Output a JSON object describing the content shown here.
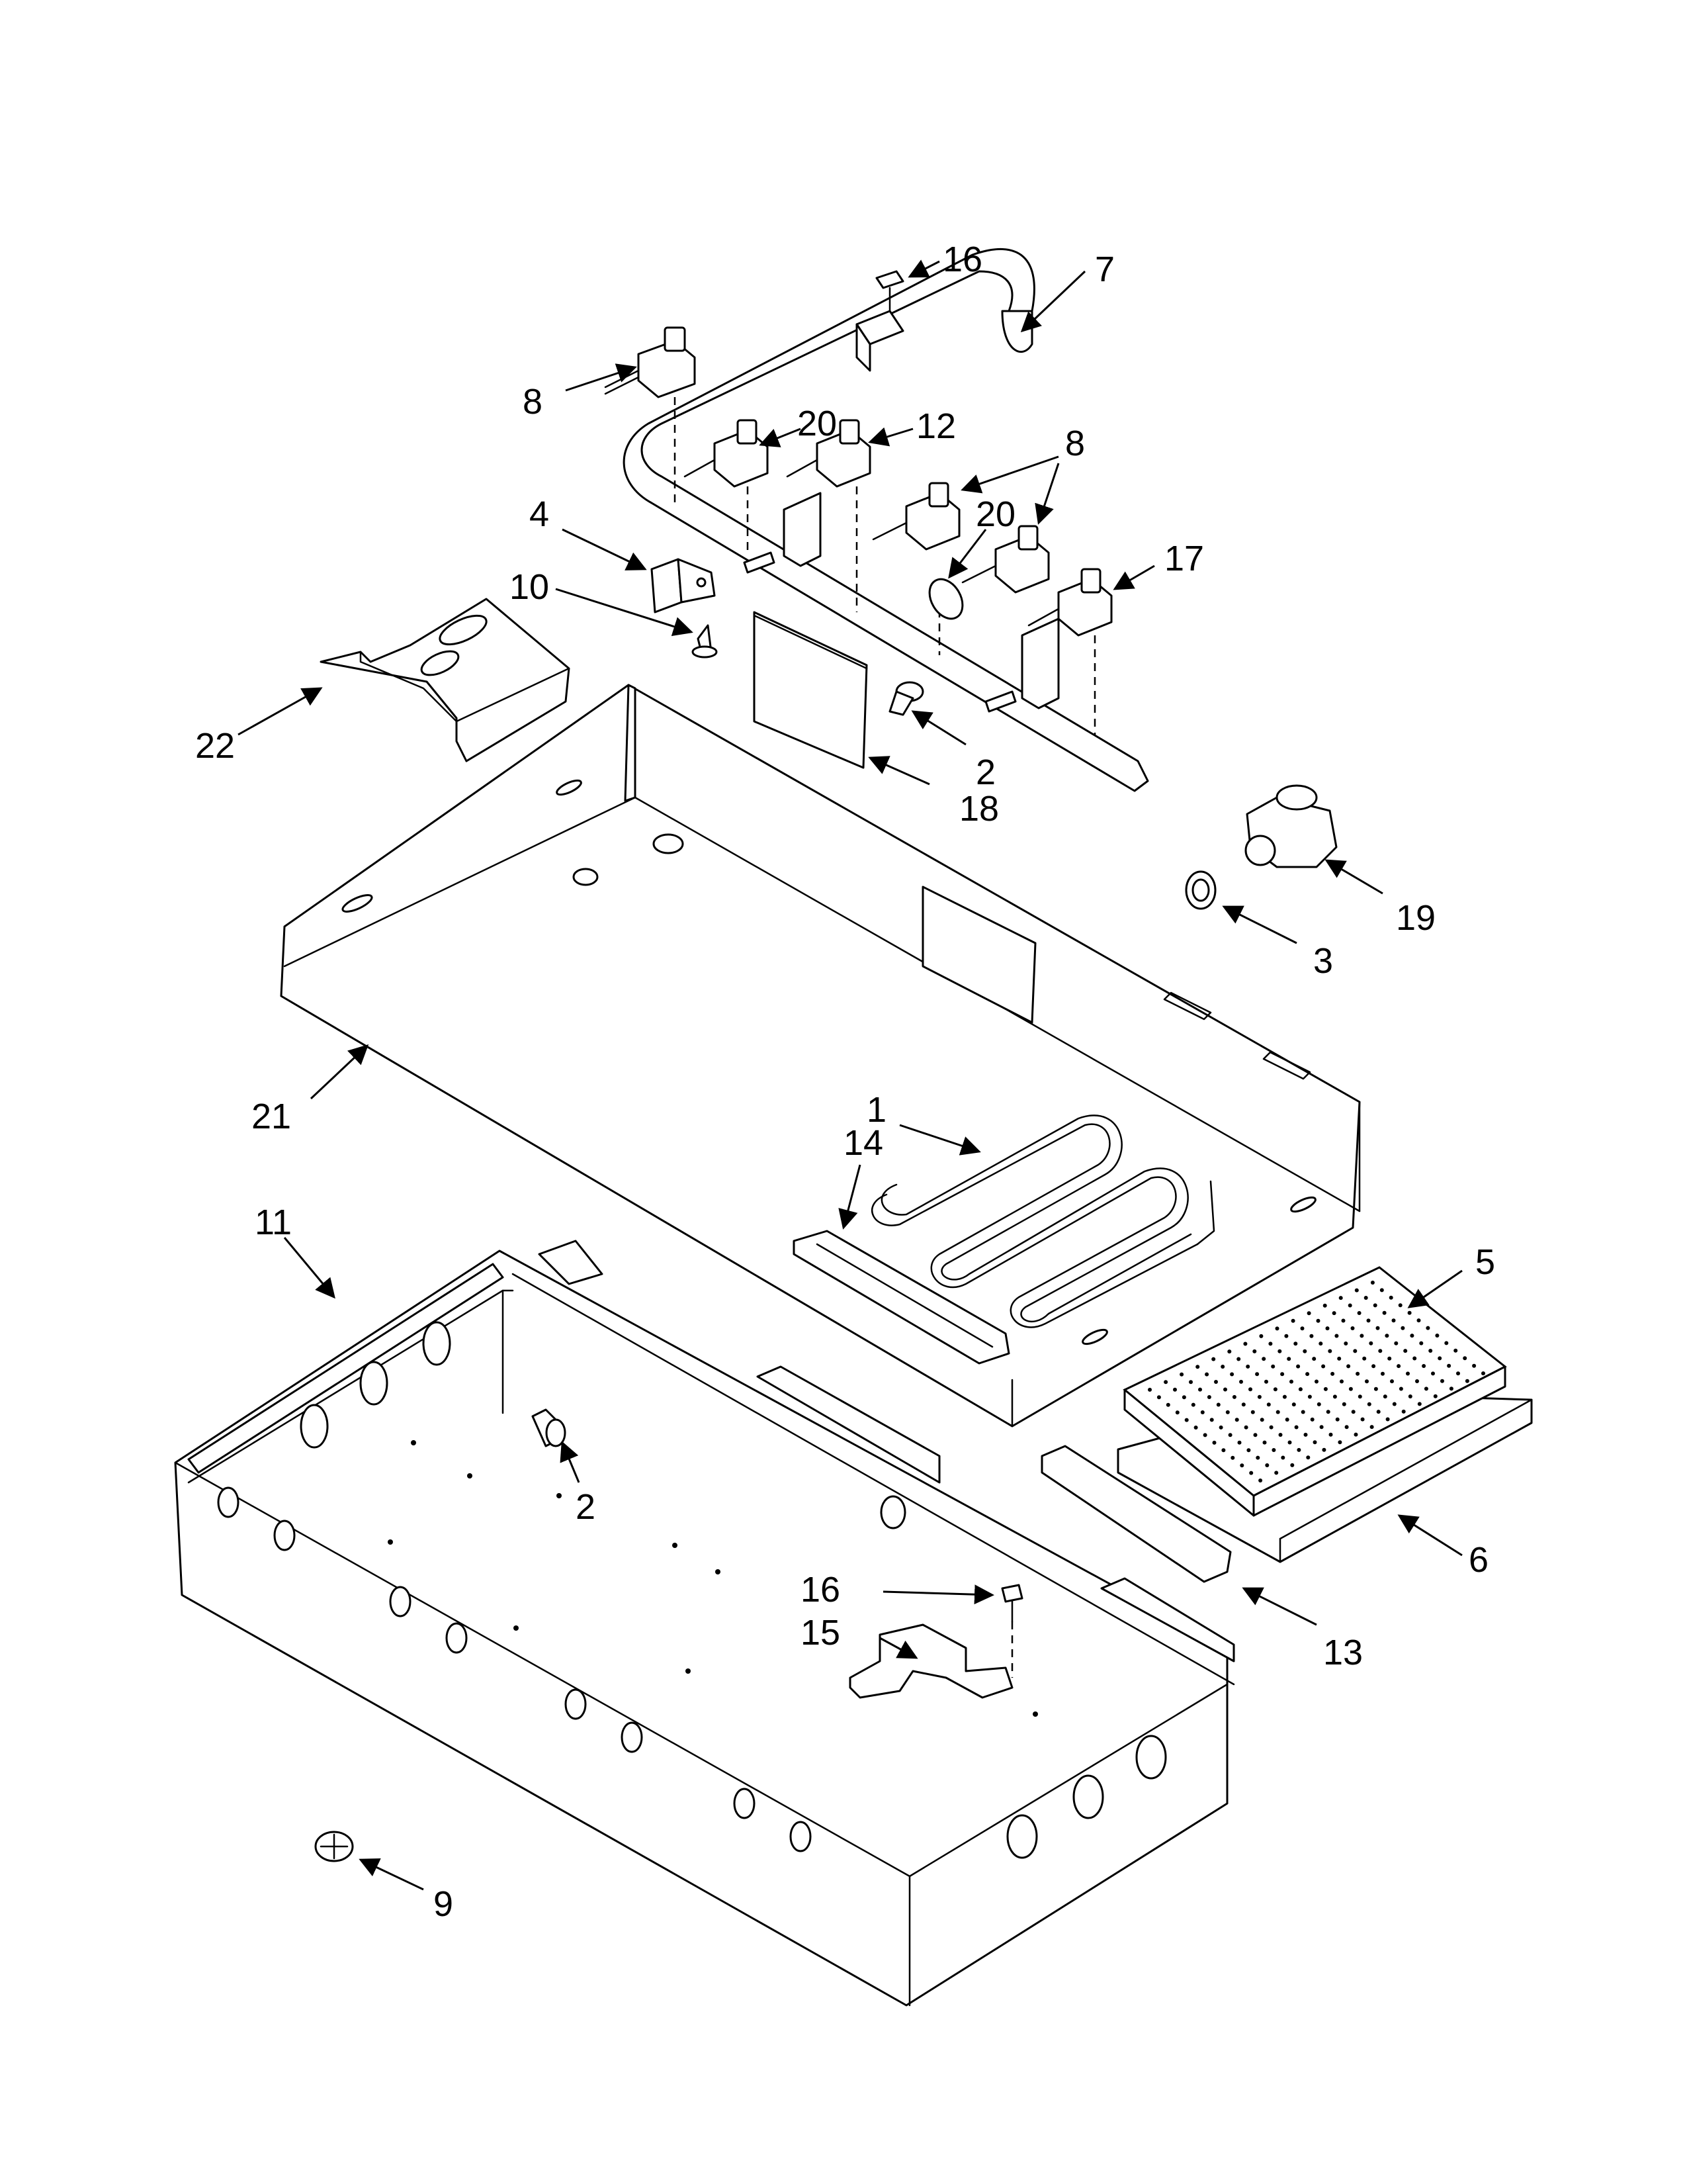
{
  "diagram": {
    "callouts": [
      {
        "id": "16a",
        "number": "16"
      },
      {
        "id": "7",
        "number": "7"
      },
      {
        "id": "8a",
        "number": "8"
      },
      {
        "id": "20a",
        "number": "20"
      },
      {
        "id": "12",
        "number": "12"
      },
      {
        "id": "8b",
        "number": "8"
      },
      {
        "id": "20b",
        "number": "20"
      },
      {
        "id": "4",
        "number": "4"
      },
      {
        "id": "17",
        "number": "17"
      },
      {
        "id": "10",
        "number": "10"
      },
      {
        "id": "22",
        "number": "22"
      },
      {
        "id": "2a",
        "number": "2"
      },
      {
        "id": "18",
        "number": "18"
      },
      {
        "id": "19",
        "number": "19"
      },
      {
        "id": "3",
        "number": "3"
      },
      {
        "id": "21",
        "number": "21"
      },
      {
        "id": "1",
        "number": "1"
      },
      {
        "id": "14",
        "number": "14"
      },
      {
        "id": "11",
        "number": "11"
      },
      {
        "id": "5",
        "number": "5"
      },
      {
        "id": "2b",
        "number": "2"
      },
      {
        "id": "6",
        "number": "6"
      },
      {
        "id": "16b",
        "number": "16"
      },
      {
        "id": "15",
        "number": "15"
      },
      {
        "id": "13",
        "number": "13"
      },
      {
        "id": "9",
        "number": "9"
      }
    ]
  }
}
